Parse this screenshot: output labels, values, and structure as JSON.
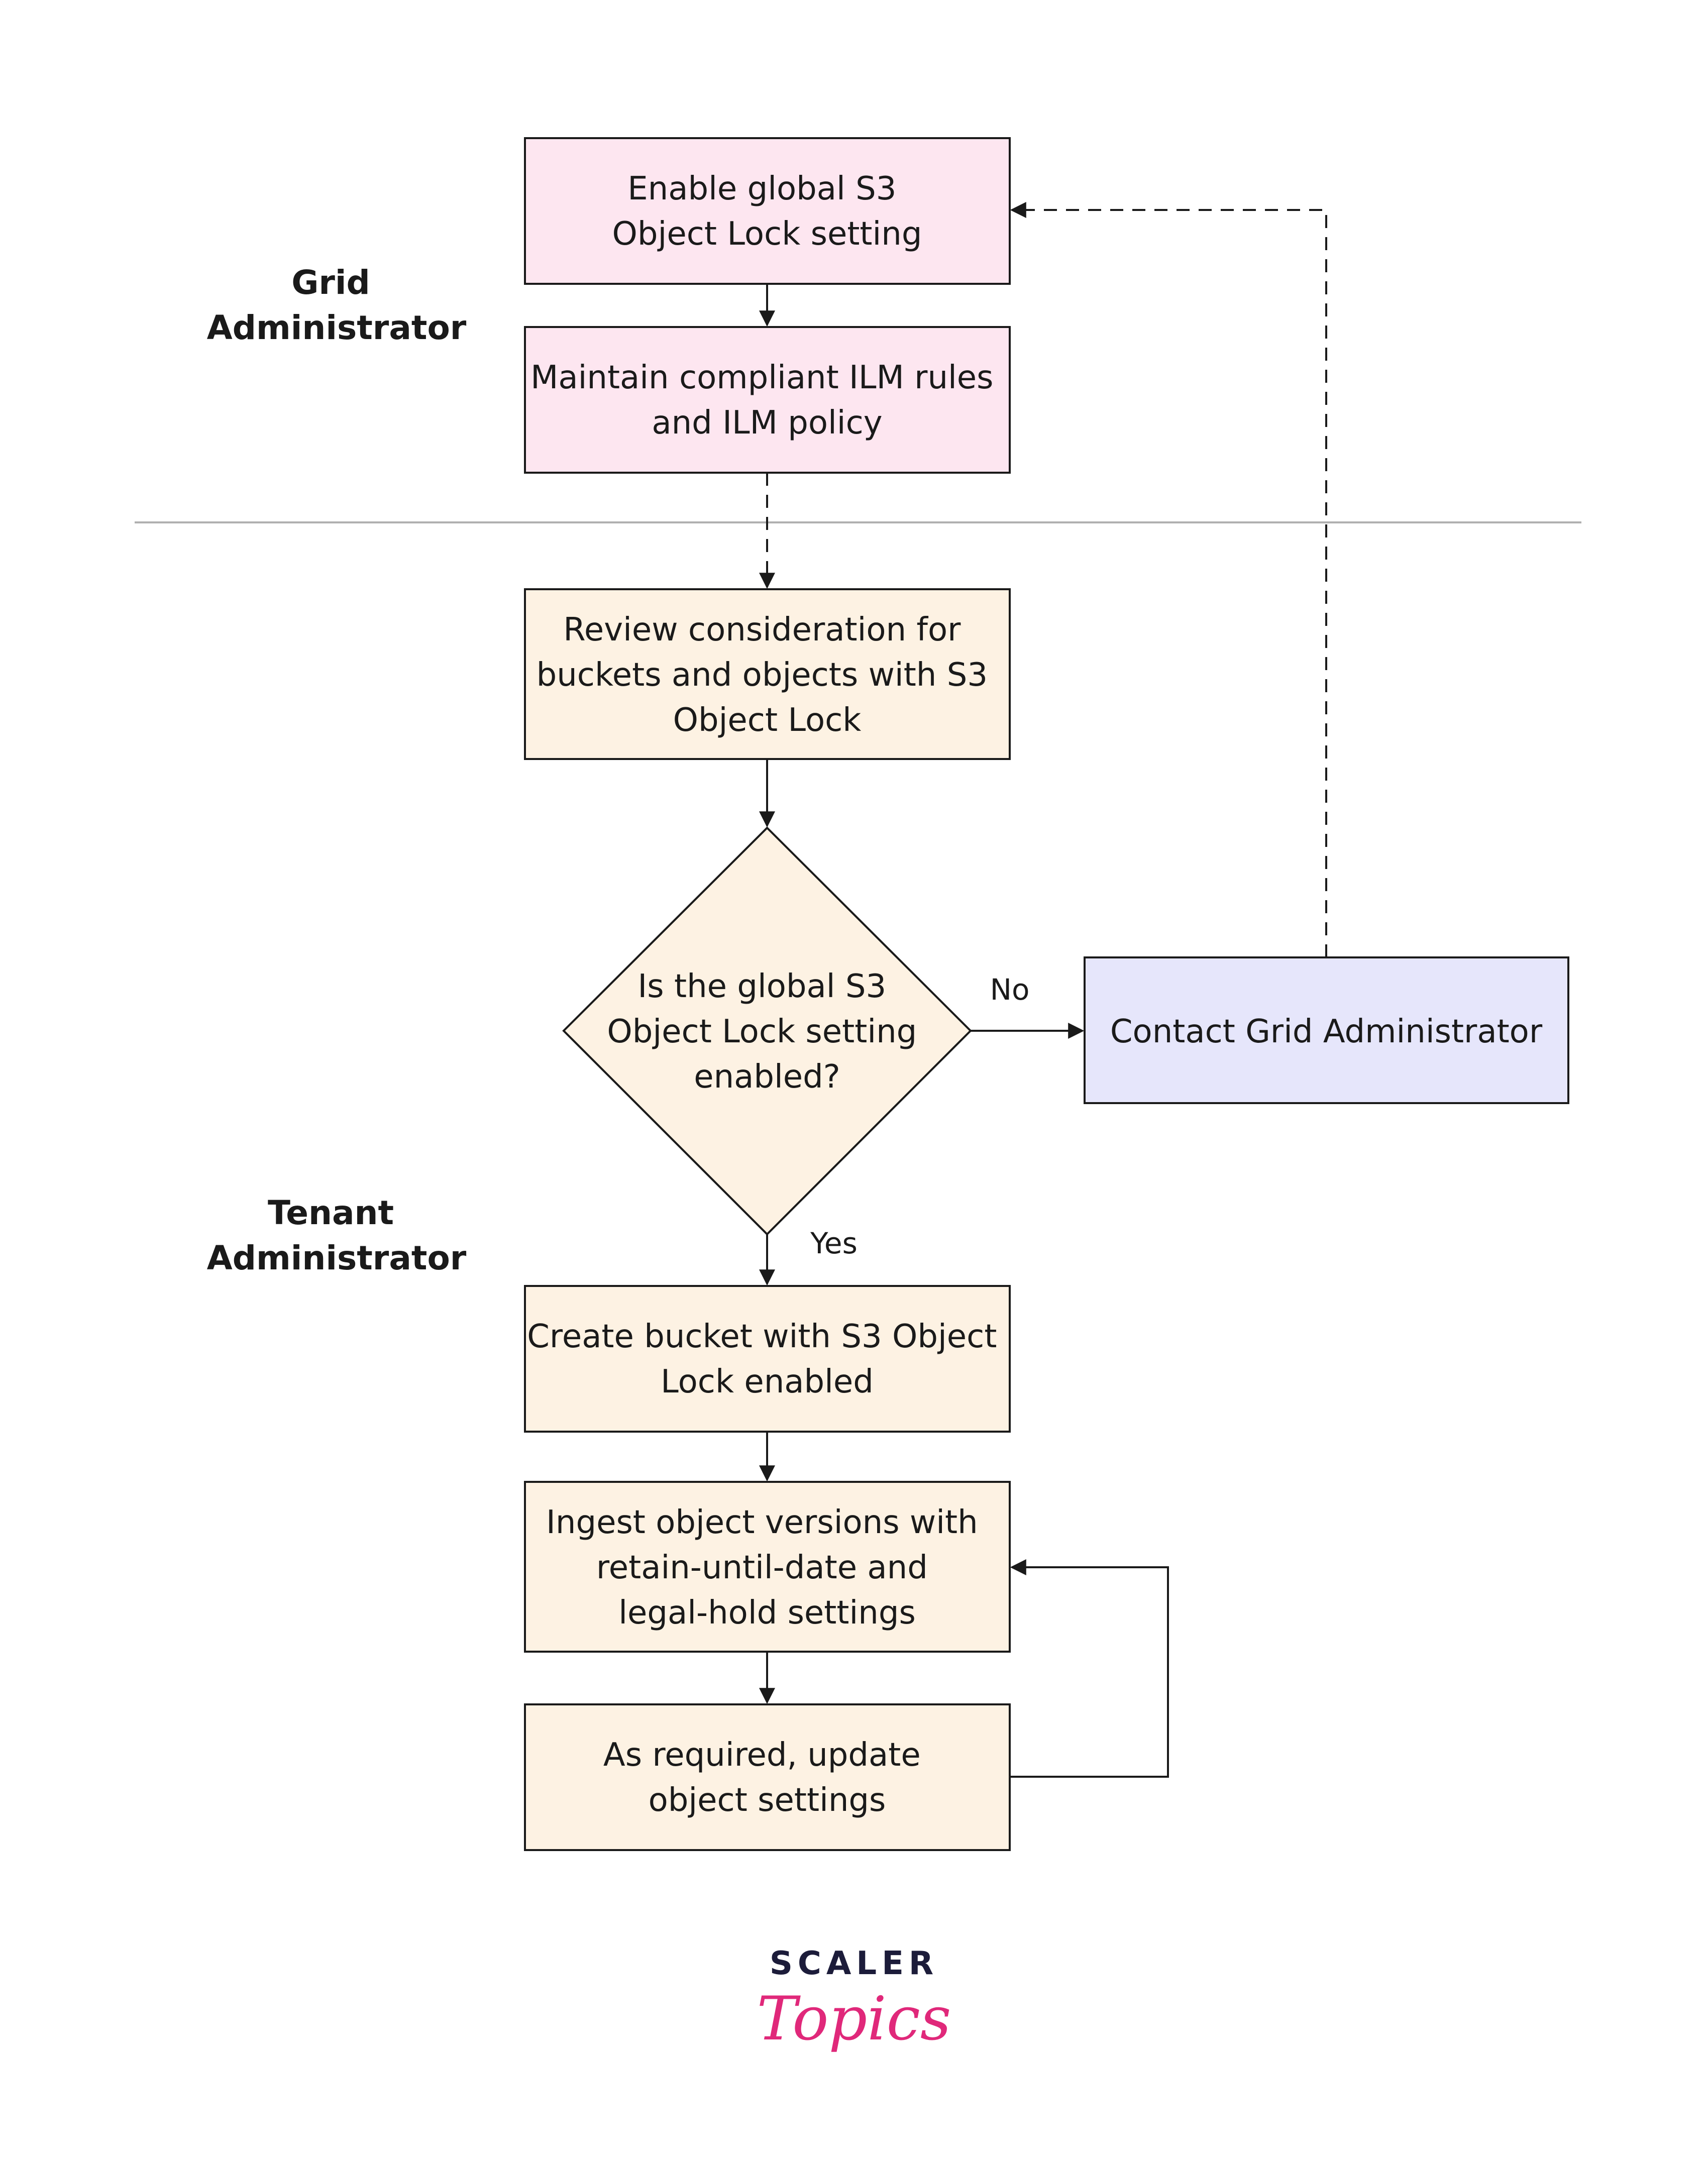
{
  "roles": {
    "grid": [
      "Grid",
      "Administrator"
    ],
    "tenant": [
      "Tenant",
      "Administrator"
    ]
  },
  "nodes": {
    "enable_global": [
      "Enable global S3",
      "Object Lock setting"
    ],
    "maintain_ilm": [
      "Maintain compliant ILM rules",
      "and ILM policy"
    ],
    "review": [
      "Review consideration for",
      "buckets and objects with S3",
      "Object Lock"
    ],
    "decision": [
      "Is the global S3",
      "Object Lock setting",
      "enabled?"
    ],
    "contact": [
      "Contact Grid Administrator"
    ],
    "create_bucket": [
      "Create bucket with S3 Object",
      "Lock enabled"
    ],
    "ingest": [
      "Ingest object versions with",
      "retain-until-date and",
      "legal-hold settings"
    ],
    "update": [
      "As required, update",
      "object settings"
    ]
  },
  "edge_labels": {
    "no": "No",
    "yes": "Yes"
  },
  "logo": {
    "top": "SCALER",
    "bottom": "Topics"
  },
  "colors": {
    "grid_fill": "#fde6f0",
    "tenant_fill": "#fdf2e3",
    "contact_fill": "#e6e6fb",
    "stroke": "#1a1a1a",
    "divider": "#b0b0b0",
    "logo_dark": "#1c1c3a",
    "logo_pink": "#e0287a"
  }
}
